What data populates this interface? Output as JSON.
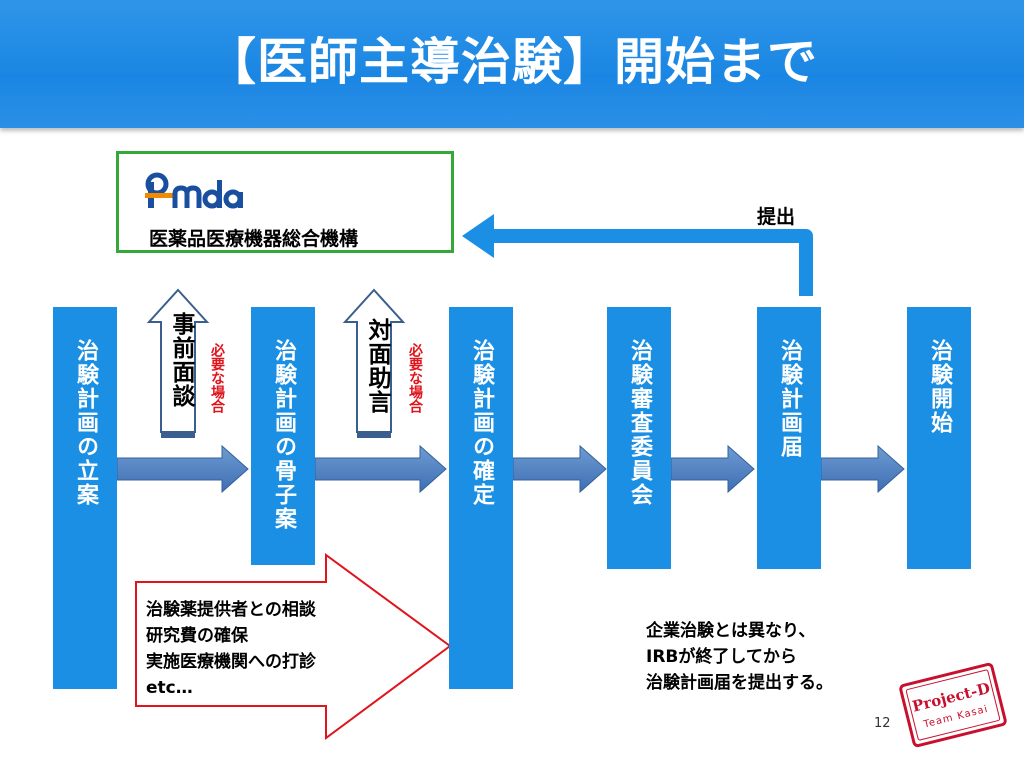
{
  "title": "【医師主導治験】開始まで",
  "pmda": {
    "logo_text": "Pmda",
    "name": "医薬品医療機器総合機構"
  },
  "submit_label": "提出",
  "columns": [
    "治験計画の立案",
    "治験計画の骨子案",
    "治験計画の確定",
    "治験審査委員会",
    "治験計画届",
    "治験開始"
  ],
  "up_arrows": [
    {
      "label": "事前面談",
      "required": "必要な場合"
    },
    {
      "label": "対面助言",
      "required": "必要な場合"
    }
  ],
  "note_left": "治験薬提供者との相談\n研究費の確保\n実施医療機関への打診\netc…",
  "note_right": "企業治験とは異なり、\nIRBが終了してから\n治験計画届を提出する。",
  "page_number": "12",
  "stamp": {
    "line1": "Project-D",
    "line2": "Team Kasai"
  },
  "colors": {
    "header_blue": "#1a86e3",
    "column_blue": "#1a8fe4",
    "arrow_blue": "#4a7fc0",
    "pmda_border": "#35a83a",
    "required_red": "#e0141c",
    "callout_red": "#e0141c",
    "stamp_red": "#c8102e"
  }
}
